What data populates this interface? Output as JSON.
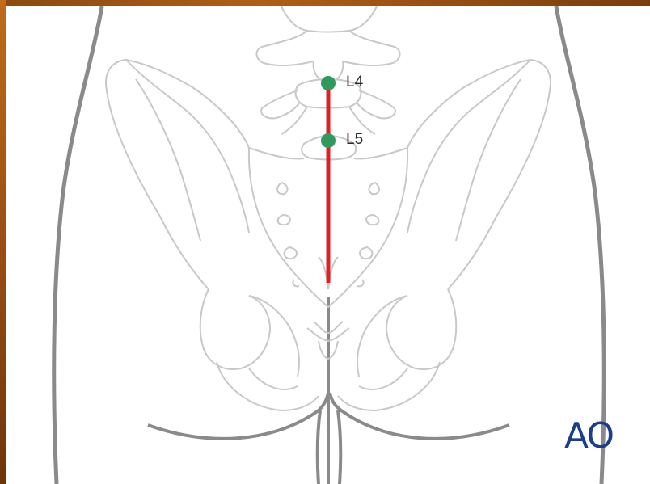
{
  "diagram": {
    "markers": [
      {
        "id": "l4",
        "label": "L4"
      },
      {
        "id": "l5",
        "label": "L5"
      }
    ],
    "logo_text": "AO",
    "colors": {
      "marker": "#2e9a5e",
      "incision": "#e02020",
      "outline": "#8a8a8a",
      "bone": "#c8c8c8",
      "logo": "#1a3e8c"
    }
  }
}
